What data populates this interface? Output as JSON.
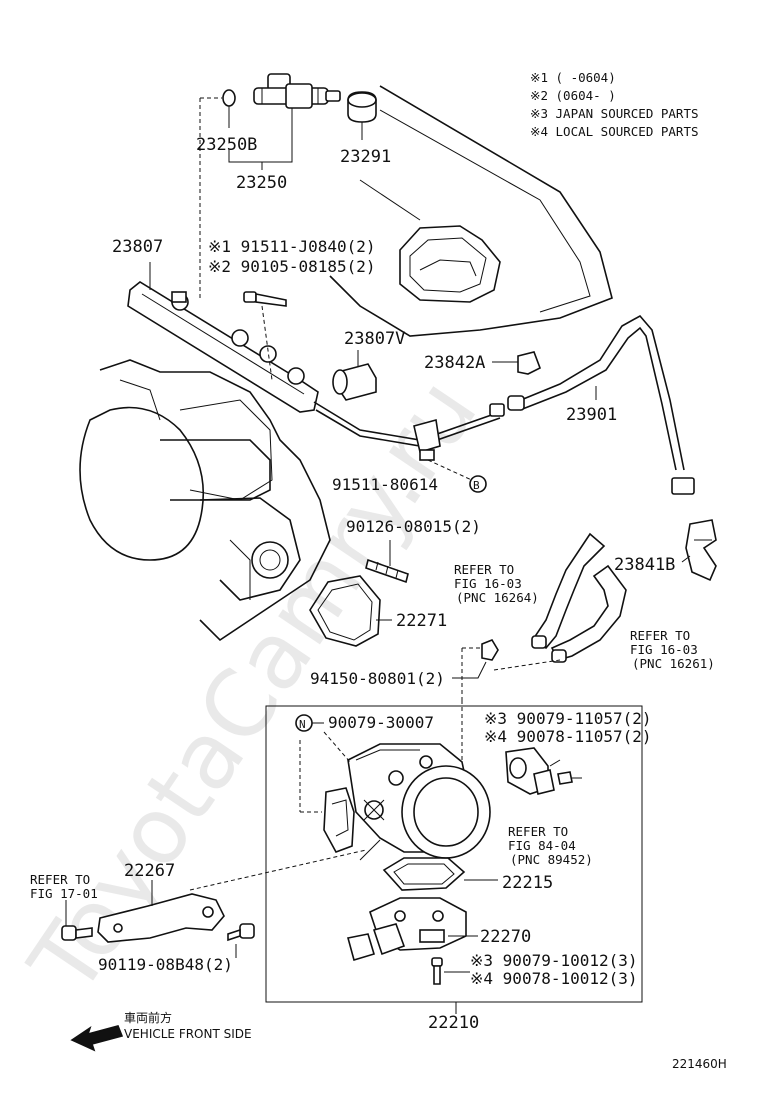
{
  "watermark": "ToyotaCamry.ru",
  "notes": [
    "※1 (     -0604)",
    "※2 (0604-     )",
    "※3 JAPAN SOURCED PARTS",
    "※4 LOCAL SOURCED PARTS"
  ],
  "parts": {
    "p23250B": "23250B",
    "p23250": "23250",
    "p23291": "23291",
    "p23807": "23807",
    "p91511J": "※1 91511-J0840(2)",
    "p90105": "※2 90105-08185(2)",
    "p23807V": "23807V",
    "p23842A": "23842A",
    "p23901": "23901",
    "p91511_80614": "91511-80614",
    "circleB": "B",
    "p90126": "90126-08015(2)",
    "p23841B": "23841B",
    "p22271": "22271",
    "p94150": "94150-80801(2)",
    "circleN": "N",
    "p90079_30007": "90079-30007",
    "p90079_11057": "※3 90079-11057(2)",
    "p90078_11057": "※4 90078-11057(2)",
    "p22267": "22267",
    "p22215": "22215",
    "p22270": "22270",
    "p90119": "90119-08B48(2)",
    "p90079_10012": "※3 90079-10012(3)",
    "p90078_10012": "※4 90078-10012(3)",
    "p22210": "22210"
  },
  "refs": {
    "fig16a_l1": "REFER TO",
    "fig16a_l2": "FIG 16-03",
    "fig16a_l3": "(PNC 16264)",
    "fig16b_l1": "REFER TO",
    "fig16b_l2": "FIG 16-03",
    "fig16b_l3": "(PNC 16261)",
    "fig84_l1": "REFER TO",
    "fig84_l2": "FIG 84-04",
    "fig84_l3": "(PNC 89452)",
    "fig17_l1": "REFER TO",
    "fig17_l2": "FIG 17-01"
  },
  "vehicle": {
    "jp": "車両前方",
    "en": "VEHICLE FRONT SIDE"
  },
  "diagram_id": "221460H"
}
